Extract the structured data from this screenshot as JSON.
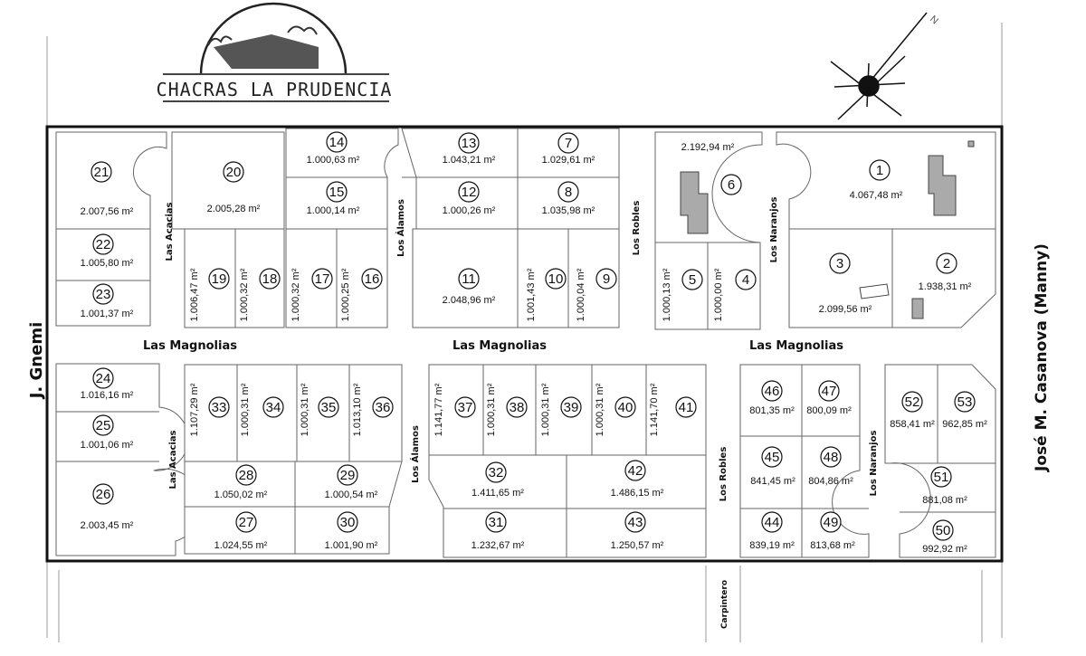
{
  "title": "CHACRAS LA PRUDENCIA",
  "compass_label": "N",
  "unit": "m²",
  "streets": {
    "magnolias": "Las Magnolias",
    "acacias": "Las Acacias",
    "alamos": "Los Álamos",
    "robles": "Los Robles",
    "naranjos": "Los Naranjos",
    "gnemi": "J. Gnemi",
    "casanova": "José M. Casanova (Manny)",
    "carpintero": "Carpintero"
  },
  "lots": [
    {
      "num": "1",
      "area": "4.067,48"
    },
    {
      "num": "2",
      "area": "1.938,31"
    },
    {
      "num": "3",
      "area": "2.099,56"
    },
    {
      "num": "4",
      "area": "1.000,00"
    },
    {
      "num": "5",
      "area": "1.000,13"
    },
    {
      "num": "6",
      "area": "2.192,94"
    },
    {
      "num": "7",
      "area": "1.029,61"
    },
    {
      "num": "8",
      "area": "1.035,98"
    },
    {
      "num": "9",
      "area": "1.000,04"
    },
    {
      "num": "10",
      "area": "1.001,43"
    },
    {
      "num": "11",
      "area": "2.048,96"
    },
    {
      "num": "12",
      "area": "1.000,26"
    },
    {
      "num": "13",
      "area": "1.043,21"
    },
    {
      "num": "14",
      "area": "1.000,63"
    },
    {
      "num": "15",
      "area": "1.000,14"
    },
    {
      "num": "16",
      "area": "1.000,25"
    },
    {
      "num": "17",
      "area": "1.000,32"
    },
    {
      "num": "18",
      "area": "1.000,32"
    },
    {
      "num": "19",
      "area": "1.006,47"
    },
    {
      "num": "20",
      "area": "2.005,28"
    },
    {
      "num": "21",
      "area": "2.007,56"
    },
    {
      "num": "22",
      "area": "1.005,80"
    },
    {
      "num": "23",
      "area": "1.001,37"
    },
    {
      "num": "24",
      "area": "1.016,16"
    },
    {
      "num": "25",
      "area": "1.001,06"
    },
    {
      "num": "26",
      "area": "2.003,45"
    },
    {
      "num": "27",
      "area": "1.024,55"
    },
    {
      "num": "28",
      "area": "1.050,02"
    },
    {
      "num": "29",
      "area": "1.000,54"
    },
    {
      "num": "30",
      "area": "1.001,90"
    },
    {
      "num": "31",
      "area": "1.232,67"
    },
    {
      "num": "32",
      "area": "1.411,65"
    },
    {
      "num": "33",
      "area": "1.107,29"
    },
    {
      "num": "34",
      "area": "1.000,31"
    },
    {
      "num": "35",
      "area": "1.000,31"
    },
    {
      "num": "36",
      "area": "1.013,10"
    },
    {
      "num": "37",
      "area": "1.141,77"
    },
    {
      "num": "38",
      "area": "1.000,31"
    },
    {
      "num": "39",
      "area": "1.000,31"
    },
    {
      "num": "40",
      "area": "1.000,31"
    },
    {
      "num": "41",
      "area": "1.141,70"
    },
    {
      "num": "42",
      "area": "1.486,15"
    },
    {
      "num": "43",
      "area": "1.250,57"
    },
    {
      "num": "44",
      "area": "839,19"
    },
    {
      "num": "45",
      "area": "841,45"
    },
    {
      "num": "46",
      "area": "801,35"
    },
    {
      "num": "47",
      "area": "800,09"
    },
    {
      "num": "48",
      "area": "804,86"
    },
    {
      "num": "49",
      "area": "813,68"
    },
    {
      "num": "50",
      "area": "992,92"
    },
    {
      "num": "51",
      "area": "881,08"
    },
    {
      "num": "52",
      "area": "858,41"
    },
    {
      "num": "53",
      "area": "962,85"
    }
  ]
}
